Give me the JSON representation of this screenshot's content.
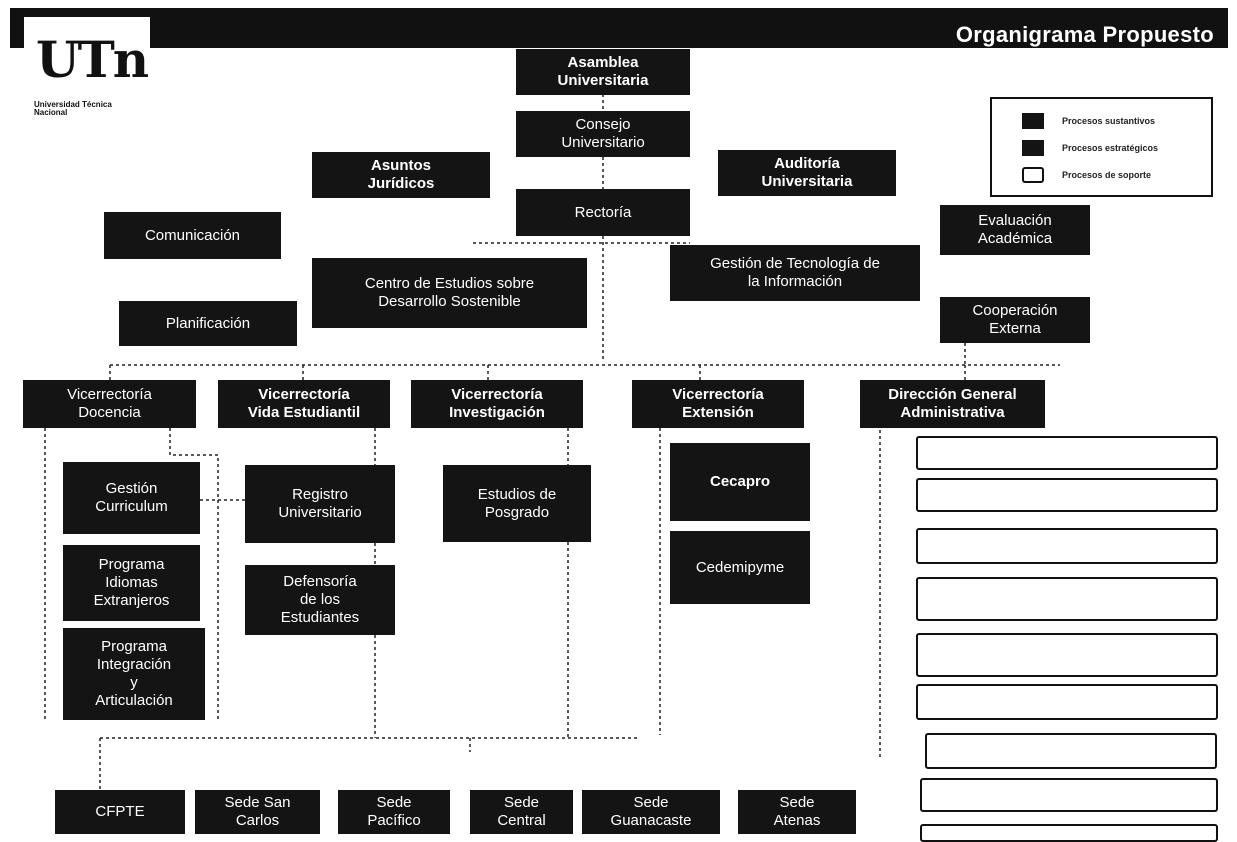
{
  "header": {
    "title": "Organigrama Propuesto"
  },
  "logo": {
    "text": "UTn",
    "subtitle": "Universidad Técnica Nacional"
  },
  "legend": {
    "items": [
      {
        "label": "Procesos sustantivos",
        "color": "#141414"
      },
      {
        "label": "Procesos estratégicos",
        "color": "#141414"
      },
      {
        "label": "Procesos de soporte",
        "color": "#ffffff"
      }
    ]
  },
  "nodes": {
    "asamblea": "Asamblea\nUniversitaria",
    "consejo": "Consejo\nUniversitario",
    "asuntos": "Asuntos\nJurídicos",
    "auditoria": "Auditoría\nUniversitaria",
    "rectoria": "Rectoría",
    "comunicacion": "Comunicación",
    "evaluacion": "Evaluación\nAcadémica",
    "centro": "Centro de Estudios sobre\nDesarrollo Sostenible",
    "gestion_ti": "Gestión de Tecnología de\nla Información",
    "planificacion": "Planificación",
    "cooperacion": "Cooperación\nExterna",
    "vdocencia": "Vicerrectoría\nDocencia",
    "vvida": "Vicerrectoría\nVida Estudiantil",
    "vinvestigacion": "Vicerrectoría\nInvestigación",
    "vextension": "Vicerrectoría\nExtensión",
    "dga": "Dirección General\nAdministrativa",
    "gestion_curriculum": "Gestión\nCurriculum",
    "registro": "Registro\nUniversitario",
    "estudios_posgrado": "Estudios de\nPosgrado",
    "cecapro": "Cecapro",
    "programa_idiomas": "Programa\nIdiomas\nExtranjeros",
    "defensoria": "Defensoría\nde los\nEstudiantes",
    "cedemipyme": "Cedemipyme",
    "programa_integracion": "Programa\nIntegración\ny\nArticulación",
    "cfpte": "CFPTE",
    "sede_san_carlos": "Sede San\nCarlos",
    "sede_pacifico": "Sede\nPacífico",
    "sede_central": "Sede\nCentral",
    "sede_guanacaste": "Sede\nGuanacaste",
    "sede_atenas": "Sede\nAtenas"
  }
}
